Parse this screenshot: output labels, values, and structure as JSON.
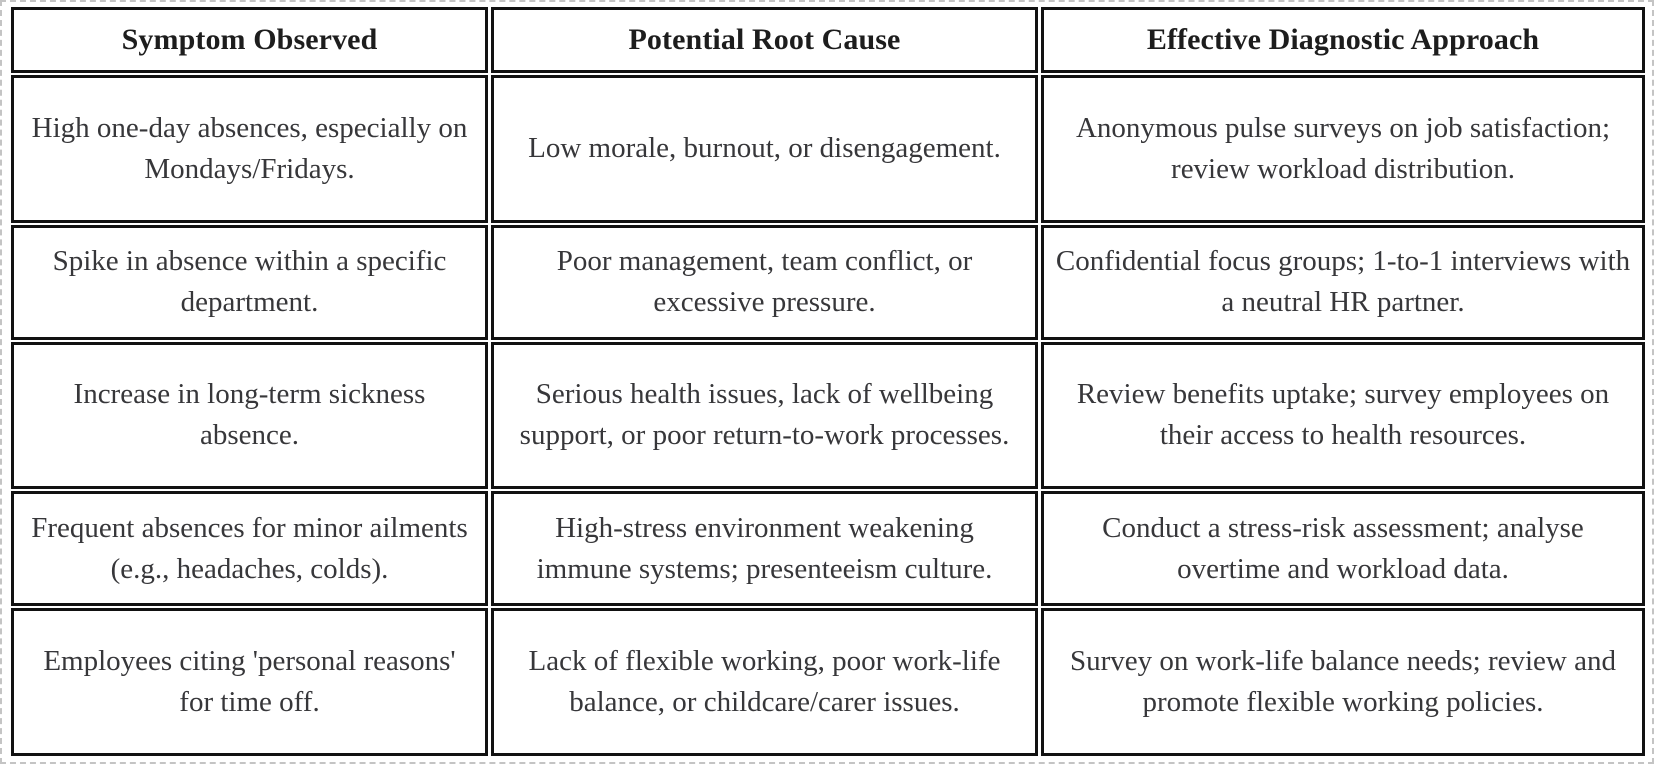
{
  "table": {
    "headers": [
      "Symptom Observed",
      "Potential Root Cause",
      "Effective Diagnostic Approach"
    ],
    "rows": [
      {
        "symptom": "High one-day absences, especially on Mondays/Fridays.",
        "cause": "Low morale, burnout, or disengagement.",
        "approach": "Anonymous pulse surveys on job satisfaction; review workload distribution."
      },
      {
        "symptom": "Spike in absence within a specific department.",
        "cause": "Poor management, team conflict, or excessive pressure.",
        "approach": "Confidential focus groups; 1-to-1 interviews with a neutral HR partner."
      },
      {
        "symptom": "Increase in long-term sickness absence.",
        "cause": "Serious health issues, lack of wellbeing support, or poor return-to-work processes.",
        "approach": "Review benefits uptake; survey employees on their access to health resources."
      },
      {
        "symptom": "Frequent absences for minor ailments (e.g., headaches, colds).",
        "cause": "High-stress environment weakening immune systems; presenteeism culture.",
        "approach": "Conduct a stress-risk assessment; analyse overtime and workload data."
      },
      {
        "symptom": "Employees citing 'personal reasons' for time off.",
        "cause": "Lack of flexible working, poor work-life balance, or childcare/carer issues.",
        "approach": "Survey on work-life balance needs; review and promote flexible working policies."
      }
    ]
  },
  "colors": {
    "cell_border": "#111111",
    "frame_border": "#c4c4c4",
    "text": "#37373a",
    "header_text": "#1d1d1d",
    "background": "#ffffff"
  }
}
